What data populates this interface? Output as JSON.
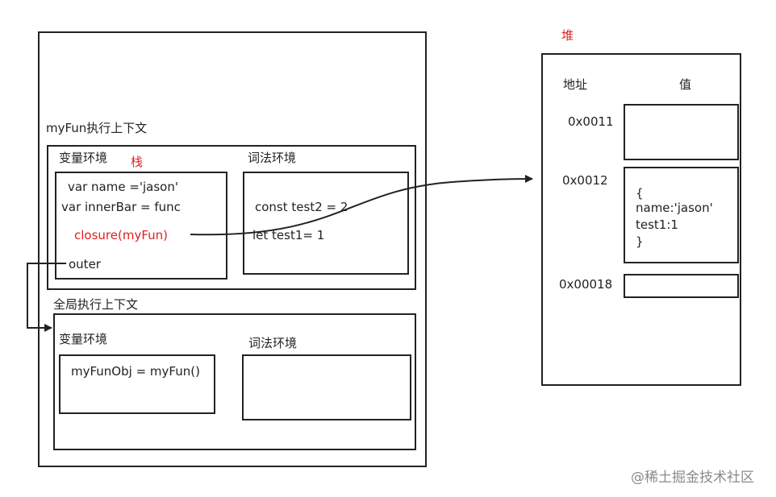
{
  "stack": {
    "label": "栈",
    "myfun_context": {
      "title": "myFun执行上下文",
      "variable_env": {
        "title": "变量环境",
        "lines": [
          "var name ='jason'",
          "var innerBar = func",
          "closure(myFun)",
          "outer"
        ]
      },
      "lexical_env": {
        "title": "词法环境",
        "lines": [
          "const test2 = 2",
          "let test1= 1"
        ]
      }
    },
    "global_context": {
      "title": "全局执行上下文",
      "variable_env": {
        "title": "变量环境",
        "lines": [
          "myFunObj = myFun()"
        ]
      },
      "lexical_env": {
        "title": "词法环境"
      }
    }
  },
  "heap": {
    "label": "堆",
    "col_address": "地址",
    "col_value": "值",
    "rows": [
      {
        "address": "0x0011",
        "value_lines": []
      },
      {
        "address": "0x0012",
        "value_lines": [
          "{",
          "name:'jason'",
          "test1:1",
          "}"
        ]
      },
      {
        "address": "0x00018",
        "value_lines": []
      }
    ]
  },
  "watermark": "@稀土掘金技术社区",
  "colors": {
    "line": "#222222",
    "accent": "#e02020",
    "watermark": "#8a8a8a"
  }
}
